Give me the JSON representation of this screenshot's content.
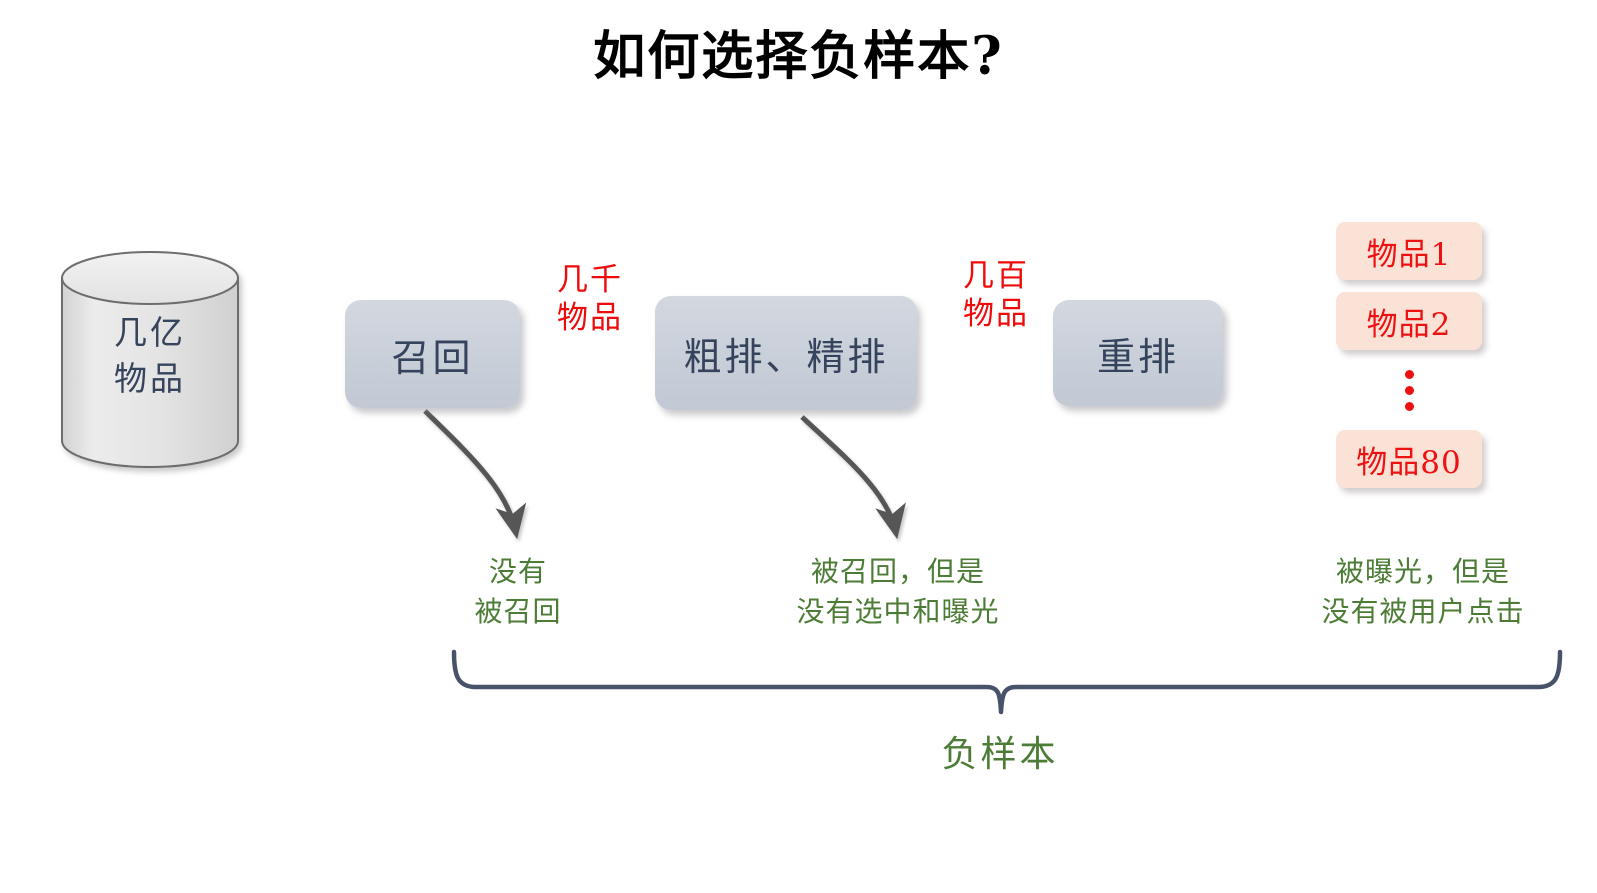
{
  "title": "如何选择负样本?",
  "source": {
    "shape": "cylinder",
    "label": "几亿\n物品",
    "label_line1": "几亿",
    "label_line2": "物品"
  },
  "stages": [
    {
      "id": "recall",
      "label": "召回"
    },
    {
      "id": "rank",
      "label": "粗排、精排"
    },
    {
      "id": "rerank",
      "label": "重排"
    }
  ],
  "flow_counts": [
    {
      "id": "count-after-recall",
      "line1": "几千",
      "line2": "物品"
    },
    {
      "id": "count-after-rank",
      "line1": "几百",
      "line2": "物品"
    }
  ],
  "results": {
    "items": [
      {
        "label": "物品1"
      },
      {
        "label": "物品2"
      },
      {
        "label": "物品80"
      }
    ],
    "ellipsis": "⋮"
  },
  "notes": [
    {
      "id": "note-not-recalled",
      "line1": "没有",
      "line2": "被召回"
    },
    {
      "id": "note-recalled-not-shown",
      "line1": "被召回，但是",
      "line2": "没有选中和曝光"
    },
    {
      "id": "note-shown-not-clicked",
      "line1": "被曝光，但是",
      "line2": "没有被用户点击"
    }
  ],
  "brace": {
    "label": "负样本"
  },
  "colors": {
    "title": "#000000",
    "box_fill": "#ccd1da",
    "box_text": "#36435c",
    "count_red": "#ee0b0b",
    "item_fill": "#fae3d6",
    "item_text": "#ee1111",
    "note_green": "#4c7c36",
    "arrow_gray": "#565656",
    "brace_slate": "#48536b",
    "cylinder_fill": "#e3e3e3"
  }
}
